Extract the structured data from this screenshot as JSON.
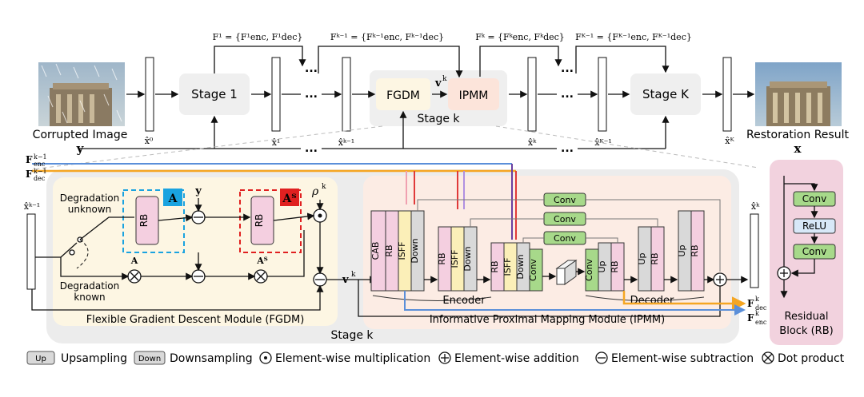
{
  "top": {
    "corrupted_label": "Corrupted Image",
    "y_label": "y",
    "restoration_label": "Restoration Result",
    "x_label": "x",
    "stage1": "Stage 1",
    "stageK": "Stage K",
    "stagek": "Stage k",
    "fgdm": "FGDM",
    "ipmm": "IPMM",
    "vk": "v",
    "vk_sup": "k",
    "dots": "...",
    "feat1": "F¹ = {F¹enc, F¹dec}",
    "featk1": "Fᵏ⁻¹ = {Fᵏ⁻¹enc, Fᵏ⁻¹dec}",
    "featk": "Fᵏ = {Fᵏenc, Fᵏdec}",
    "featK1": "Fᴷ⁻¹ = {Fᴷ⁻¹enc, Fᴷ⁻¹dec}",
    "x0": "x̂⁰",
    "x1": "x̂¹",
    "xk1": "x̂ᵏ⁻¹",
    "xk": "x̂ᵏ",
    "xK1": "x̂ᴷ⁻¹",
    "xK": "x̂ᴷ"
  },
  "left_inputs": {
    "fenc": "F",
    "fenc_sup": "k−1",
    "fenc_sub": "enc",
    "fdec": "F",
    "fdec_sup": "k−1",
    "fdec_sub": "dec",
    "xk1": "x̂ᵏ⁻¹"
  },
  "fgdm": {
    "degradation_unknown": [
      "Degradation",
      "unknown"
    ],
    "degradation_known": [
      "Degradation",
      "known"
    ],
    "rb": "RB",
    "A": "A",
    "AT": "Aᵀ",
    "y": "y",
    "rho": "ρ",
    "rho_sup": "k",
    "title": "Flexible Gradient Descent Module (FGDM)"
  },
  "ipmm": {
    "blocks": [
      "CAB",
      "RB",
      "ISFF",
      "Down",
      "RB",
      "ISFF",
      "Down",
      "RB",
      "ISFF",
      "Down",
      "Conv",
      "Conv",
      "Up",
      "RB",
      "Up",
      "RB",
      "Up",
      "RB"
    ],
    "conv_top": [
      "Conv",
      "Conv",
      "Conv"
    ],
    "encoder": "Encoder",
    "decoder": "Decoder",
    "title": "Informative Proximal Mapping Module (IPMM)",
    "vk": "v",
    "vk_sup": "k"
  },
  "stage_k_label": "Stage k",
  "right_outputs": {
    "xk": "x̂ᵏ",
    "fdec": "F",
    "fdec_sup": "k",
    "fdec_sub": "dec",
    "fenc": "F",
    "fenc_sup": "k",
    "fenc_sub": "enc"
  },
  "residual_block": {
    "conv1": "Conv",
    "relu": "ReLU",
    "conv2": "Conv",
    "title": [
      "Residual",
      "Block (RB)"
    ]
  },
  "legend": {
    "up_box": "Up",
    "up_label": "Upsampling",
    "down_box": "Down",
    "down_label": "Downsampling",
    "mult": "Element-wise multiplication",
    "add": "Element-wise addition",
    "sub": "Element-wise subtraction",
    "dot": "Dot product"
  },
  "colors": {
    "stage_box": "#efefef",
    "fgdm_bg": "#fdf6e3",
    "ipmm_bg": "#fcece4",
    "rb_bg": "#f2d2de",
    "rb_pink": "#f4cfe0",
    "isff_yellow": "#fbefb8",
    "down_gray": "#d9d9d9",
    "conv_green": "#a7d98a",
    "relu_blue": "#d8e8f8",
    "line_blue": "#5b8fd9",
    "line_orange": "#f5a623",
    "line_purple": "#6a3fa0",
    "line_red": "#e03a3a",
    "a_blue": "#1aa3e0",
    "a_red": "#e02020"
  }
}
